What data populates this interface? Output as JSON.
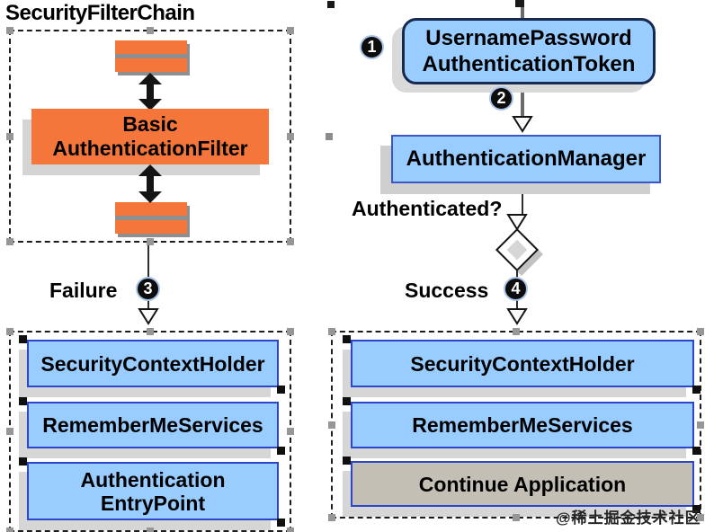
{
  "title": "SecurityFilterChain",
  "colors": {
    "orange": "#F4763B",
    "light_blue": "#99CCFF",
    "box_border_blue": "#2B46C9",
    "token_border_navy": "#16294E",
    "continue_gray": "#C3BFB4"
  },
  "filter_chain": {
    "filter_name_line1": "Basic",
    "filter_name_line2": "AuthenticationFilter"
  },
  "auth_flow": {
    "step1_badge": "1",
    "token_line1": "UsernamePassword",
    "token_line2": "AuthenticationToken",
    "step2_badge": "2",
    "manager_label": "AuthenticationManager",
    "decision_question": "Authenticated?",
    "failure_label": "Failure",
    "step3_badge": "3",
    "success_label": "Success",
    "step4_badge": "4"
  },
  "failure_branch": {
    "boxes": [
      {
        "line1": "SecurityContextHolder"
      },
      {
        "line1": "RememberMeServices"
      },
      {
        "line1": "Authentication",
        "line2": "EntryPoint"
      }
    ]
  },
  "success_branch": {
    "boxes": [
      {
        "line1": "SecurityContextHolder"
      },
      {
        "line1": "RememberMeServices"
      },
      {
        "line1": "Continue Application"
      }
    ]
  },
  "watermark": "@稀土掘金技术社区"
}
